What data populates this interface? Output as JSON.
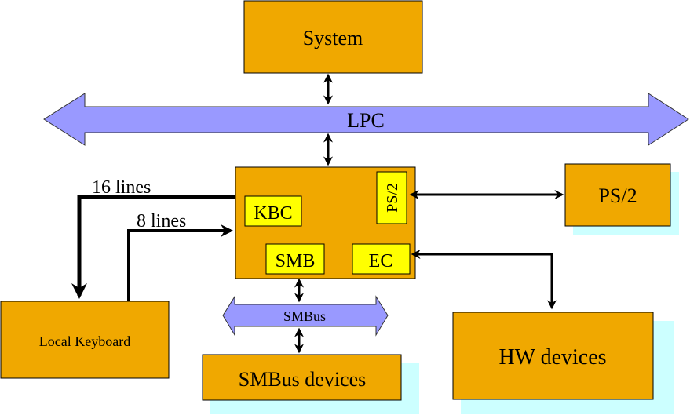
{
  "colors": {
    "box_fill": "#f0a800",
    "bus_fill": "#9999ff",
    "chip_fill": "#ffff00",
    "shadow": "#ccffff",
    "line": "#000000"
  },
  "blocks": {
    "system": "System",
    "ec_chip": {
      "kbc": "KBC",
      "ps2_port": "PS/2",
      "smb": "SMB",
      "ec": "EC"
    },
    "ps2_device": "PS/2",
    "local_keyboard": "Local Keyboard",
    "smbus_devices": "SMBus devices",
    "hw_devices": "HW devices"
  },
  "buses": {
    "lpc": "LPC",
    "smbus": "SMBus"
  },
  "line_labels": {
    "sixteen": "16 lines",
    "eight": "8 lines"
  }
}
